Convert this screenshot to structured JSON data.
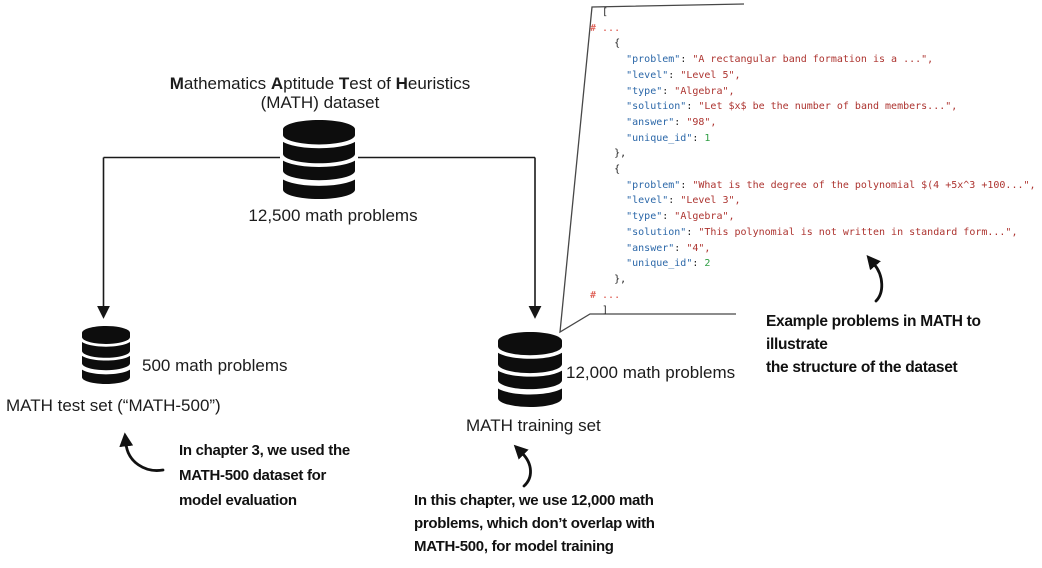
{
  "title": {
    "parts": [
      "M",
      "athematics ",
      "A",
      "ptitude ",
      "T",
      "est of ",
      "H",
      "euristics"
    ],
    "subtitle": "(MATH) dataset"
  },
  "main_db": {
    "count_label": "12,500 math problems"
  },
  "test_db": {
    "count_label": "500 math problems",
    "name_label": "MATH test set (“MATH-500”)"
  },
  "train_db": {
    "count_label": "12,000 math problems",
    "name_label": "MATH training set"
  },
  "annotations": {
    "test_note": "In chapter 3, we used the\nMATH-500 dataset for\nmodel evaluation",
    "train_note": "In this chapter, we use 12,000 math\nproblems, which don’t overlap with\nMATH-500, for model training",
    "example_note": "Example problems in MATH to illustrate\nthe structure of the dataset"
  },
  "icons": {
    "database": "database-cylinder-icon",
    "arrows": [
      "down-arrow",
      "curved-hand-arrow"
    ]
  },
  "colors": {
    "ink": "#1c1c1c",
    "code_key": "#2b67a8",
    "code_value": "#ad3430",
    "code_comment": "#da4a3f",
    "code_number": "#2f9e44",
    "callout_border": "#474747"
  },
  "code": {
    "lines": [
      [
        [
          "p",
          "  ["
        ]
      ],
      [
        [
          "c",
          "# ..."
        ]
      ],
      [
        [
          "p",
          "    {"
        ]
      ],
      [
        [
          "p",
          "      "
        ],
        [
          "k",
          "\"problem\""
        ],
        [
          "p",
          ": "
        ],
        [
          "v",
          "\"A rectangular band formation is a ...\","
        ]
      ],
      [
        [
          "p",
          "      "
        ],
        [
          "k",
          "\"level\""
        ],
        [
          "p",
          ": "
        ],
        [
          "v",
          "\"Level 5\","
        ]
      ],
      [
        [
          "p",
          "      "
        ],
        [
          "k",
          "\"type\""
        ],
        [
          "p",
          ": "
        ],
        [
          "v",
          "\"Algebra\","
        ]
      ],
      [
        [
          "p",
          "      "
        ],
        [
          "k",
          "\"solution\""
        ],
        [
          "p",
          ": "
        ],
        [
          "v",
          "\"Let $x$ be the number of band members...\","
        ]
      ],
      [
        [
          "p",
          "      "
        ],
        [
          "k",
          "\"answer\""
        ],
        [
          "p",
          ": "
        ],
        [
          "v",
          "\"98\","
        ]
      ],
      [
        [
          "p",
          "      "
        ],
        [
          "k",
          "\"unique_id\""
        ],
        [
          "p",
          ": "
        ],
        [
          "n",
          "1"
        ]
      ],
      [
        [
          "p",
          "    },"
        ]
      ],
      [
        [
          "p",
          "    {"
        ]
      ],
      [
        [
          "p",
          "      "
        ],
        [
          "k",
          "\"problem\""
        ],
        [
          "p",
          ": "
        ],
        [
          "v",
          "\"What is the degree of the polynomial $(4 +5x^3 +100...\","
        ]
      ],
      [
        [
          "p",
          "      "
        ],
        [
          "k",
          "\"level\""
        ],
        [
          "p",
          ": "
        ],
        [
          "v",
          "\"Level 3\","
        ]
      ],
      [
        [
          "p",
          "      "
        ],
        [
          "k",
          "\"type\""
        ],
        [
          "p",
          ": "
        ],
        [
          "v",
          "\"Algebra\","
        ]
      ],
      [
        [
          "p",
          "      "
        ],
        [
          "k",
          "\"solution\""
        ],
        [
          "p",
          ": "
        ],
        [
          "v",
          "\"This polynomial is not written in standard form...\","
        ]
      ],
      [
        [
          "p",
          "      "
        ],
        [
          "k",
          "\"answer\""
        ],
        [
          "p",
          ": "
        ],
        [
          "v",
          "\"4\","
        ]
      ],
      [
        [
          "p",
          "      "
        ],
        [
          "k",
          "\"unique_id\""
        ],
        [
          "p",
          ": "
        ],
        [
          "n",
          "2"
        ]
      ],
      [
        [
          "p",
          "    },"
        ]
      ],
      [
        [
          "c",
          "# ..."
        ]
      ],
      [
        [
          "p",
          "  ]"
        ]
      ]
    ]
  }
}
